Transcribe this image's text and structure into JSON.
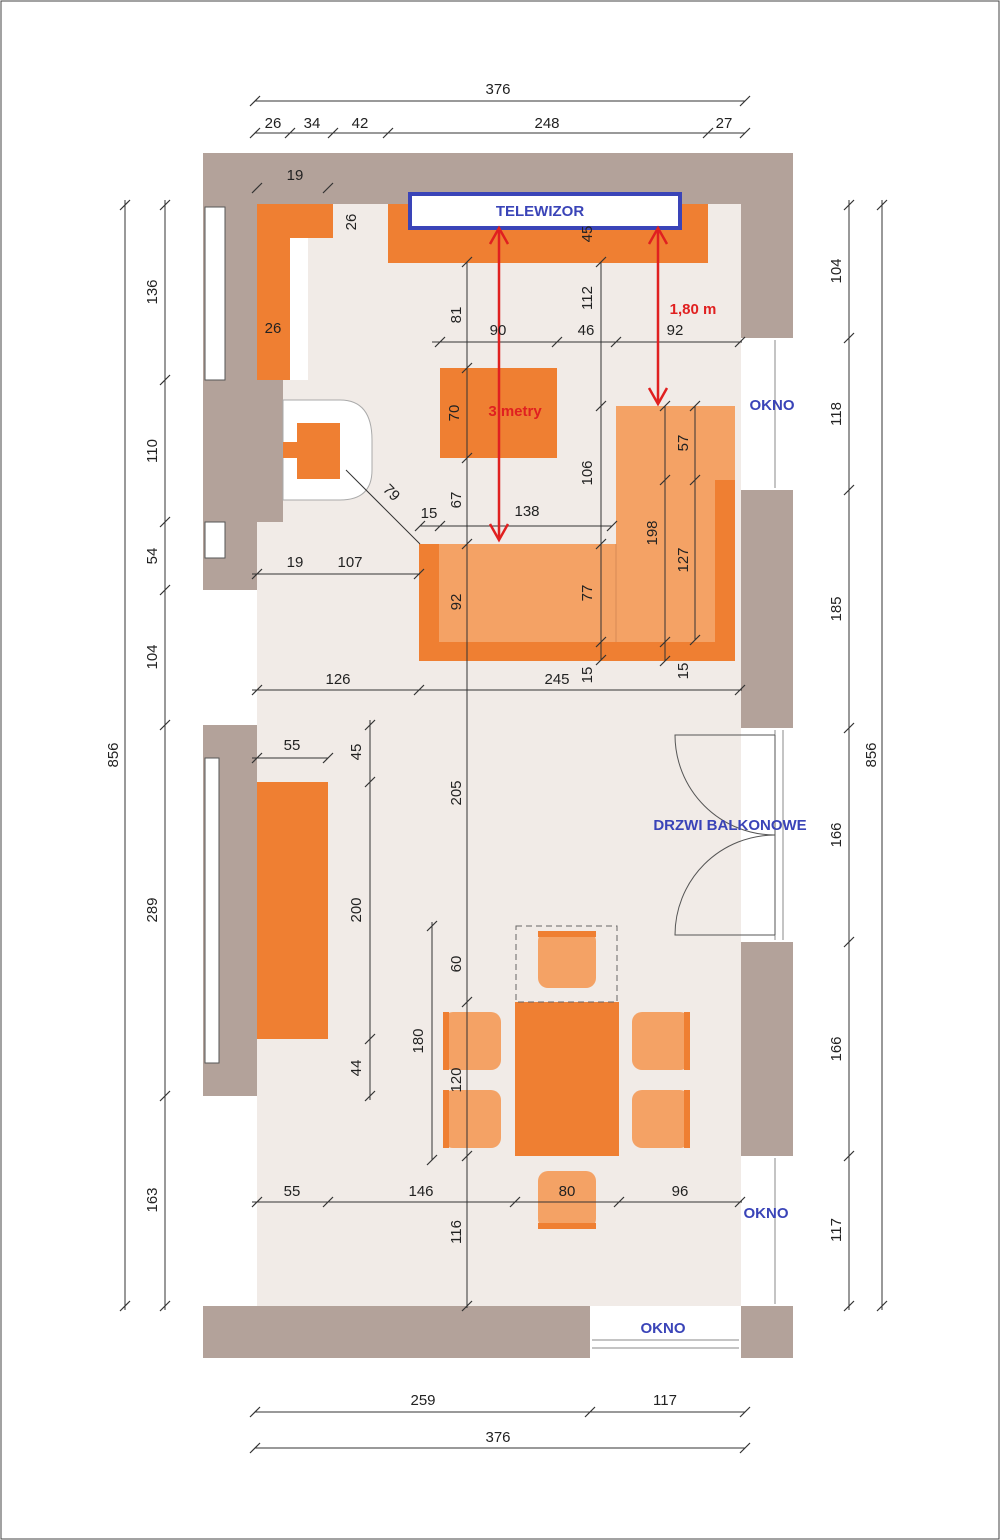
{
  "colors": {
    "wall": "#b3a29a",
    "floor": "#f1ebe7",
    "furniture_dark": "#ef7f32",
    "furniture_light": "#f4a265",
    "label_blue": "#3a44b8",
    "label_red": "#e02020"
  },
  "labels": {
    "tv": "TELEWIZOR",
    "window_right_top": "OKNO",
    "balcony_door": "DRZWI BALKONOWE",
    "window_right_bottom": "OKNO",
    "window_bottom": "OKNO",
    "dist_tv_sofa": "3 metry",
    "dist_tv_corner": "1,80 m"
  },
  "dims": {
    "top_total": "376",
    "top_seg1": "26",
    "top_seg2": "34",
    "top_seg3": "42",
    "top_seg4": "248",
    "top_seg5": "27",
    "bottom_seg1": "259",
    "bottom_seg2": "117",
    "bottom_total": "376",
    "left_total": "856",
    "left_136": "136",
    "left_110": "110",
    "left_54": "54",
    "left_104": "104",
    "left_289": "289",
    "left_163": "163",
    "right_total": "856",
    "right_104": "104",
    "right_118": "118",
    "right_185": "185",
    "right_166a": "166",
    "right_166b": "166",
    "right_117": "117",
    "i_19_top": "19",
    "i_26_a": "26",
    "i_26_b": "26",
    "i_45": "45",
    "i_81": "81",
    "i_112": "112",
    "i_90": "90",
    "i_46": "46",
    "i_92_top": "92",
    "i_70": "70",
    "i_57": "57",
    "i_106": "106",
    "i_198": "198",
    "i_127": "127",
    "i_79": "79",
    "i_15_a": "15",
    "i_67": "67",
    "i_138": "138",
    "i_19_mid": "19",
    "i_107": "107",
    "i_92_sofa": "92",
    "i_77": "77",
    "i_126": "126",
    "i_245": "245",
    "i_15_b": "15",
    "i_15_c": "15",
    "i_55_top": "55",
    "i_45_shelf": "45",
    "i_200": "200",
    "i_44": "44",
    "i_205": "205",
    "i_60": "60",
    "i_180": "180",
    "i_120": "120",
    "i_55_bot": "55",
    "i_146": "146",
    "i_80": "80",
    "i_96": "96",
    "i_116": "116"
  }
}
